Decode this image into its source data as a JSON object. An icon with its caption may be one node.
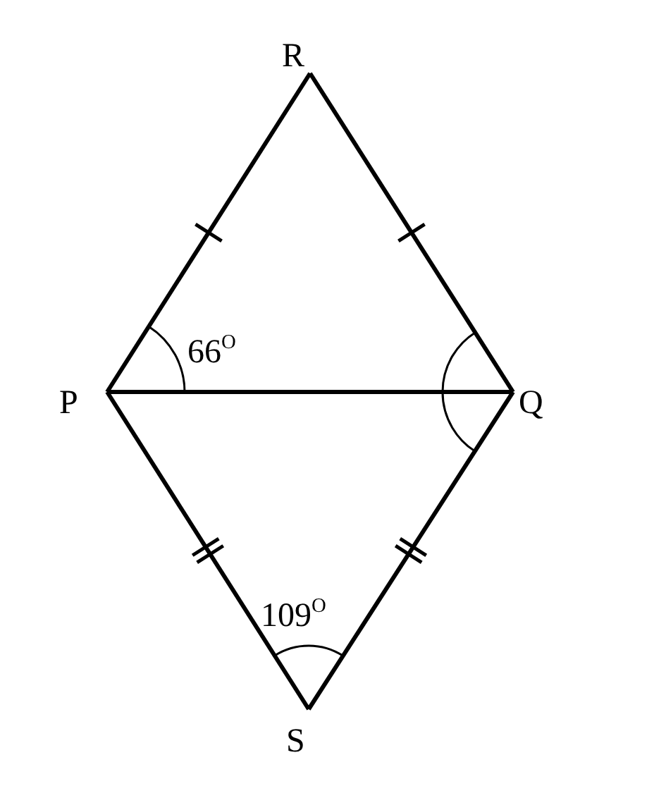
{
  "diagram": {
    "labels": [
      "R",
      "66$^{O}$",
      "P",
      "Q",
      "109$^{O}$",
      "S"
    ]
  }
}
